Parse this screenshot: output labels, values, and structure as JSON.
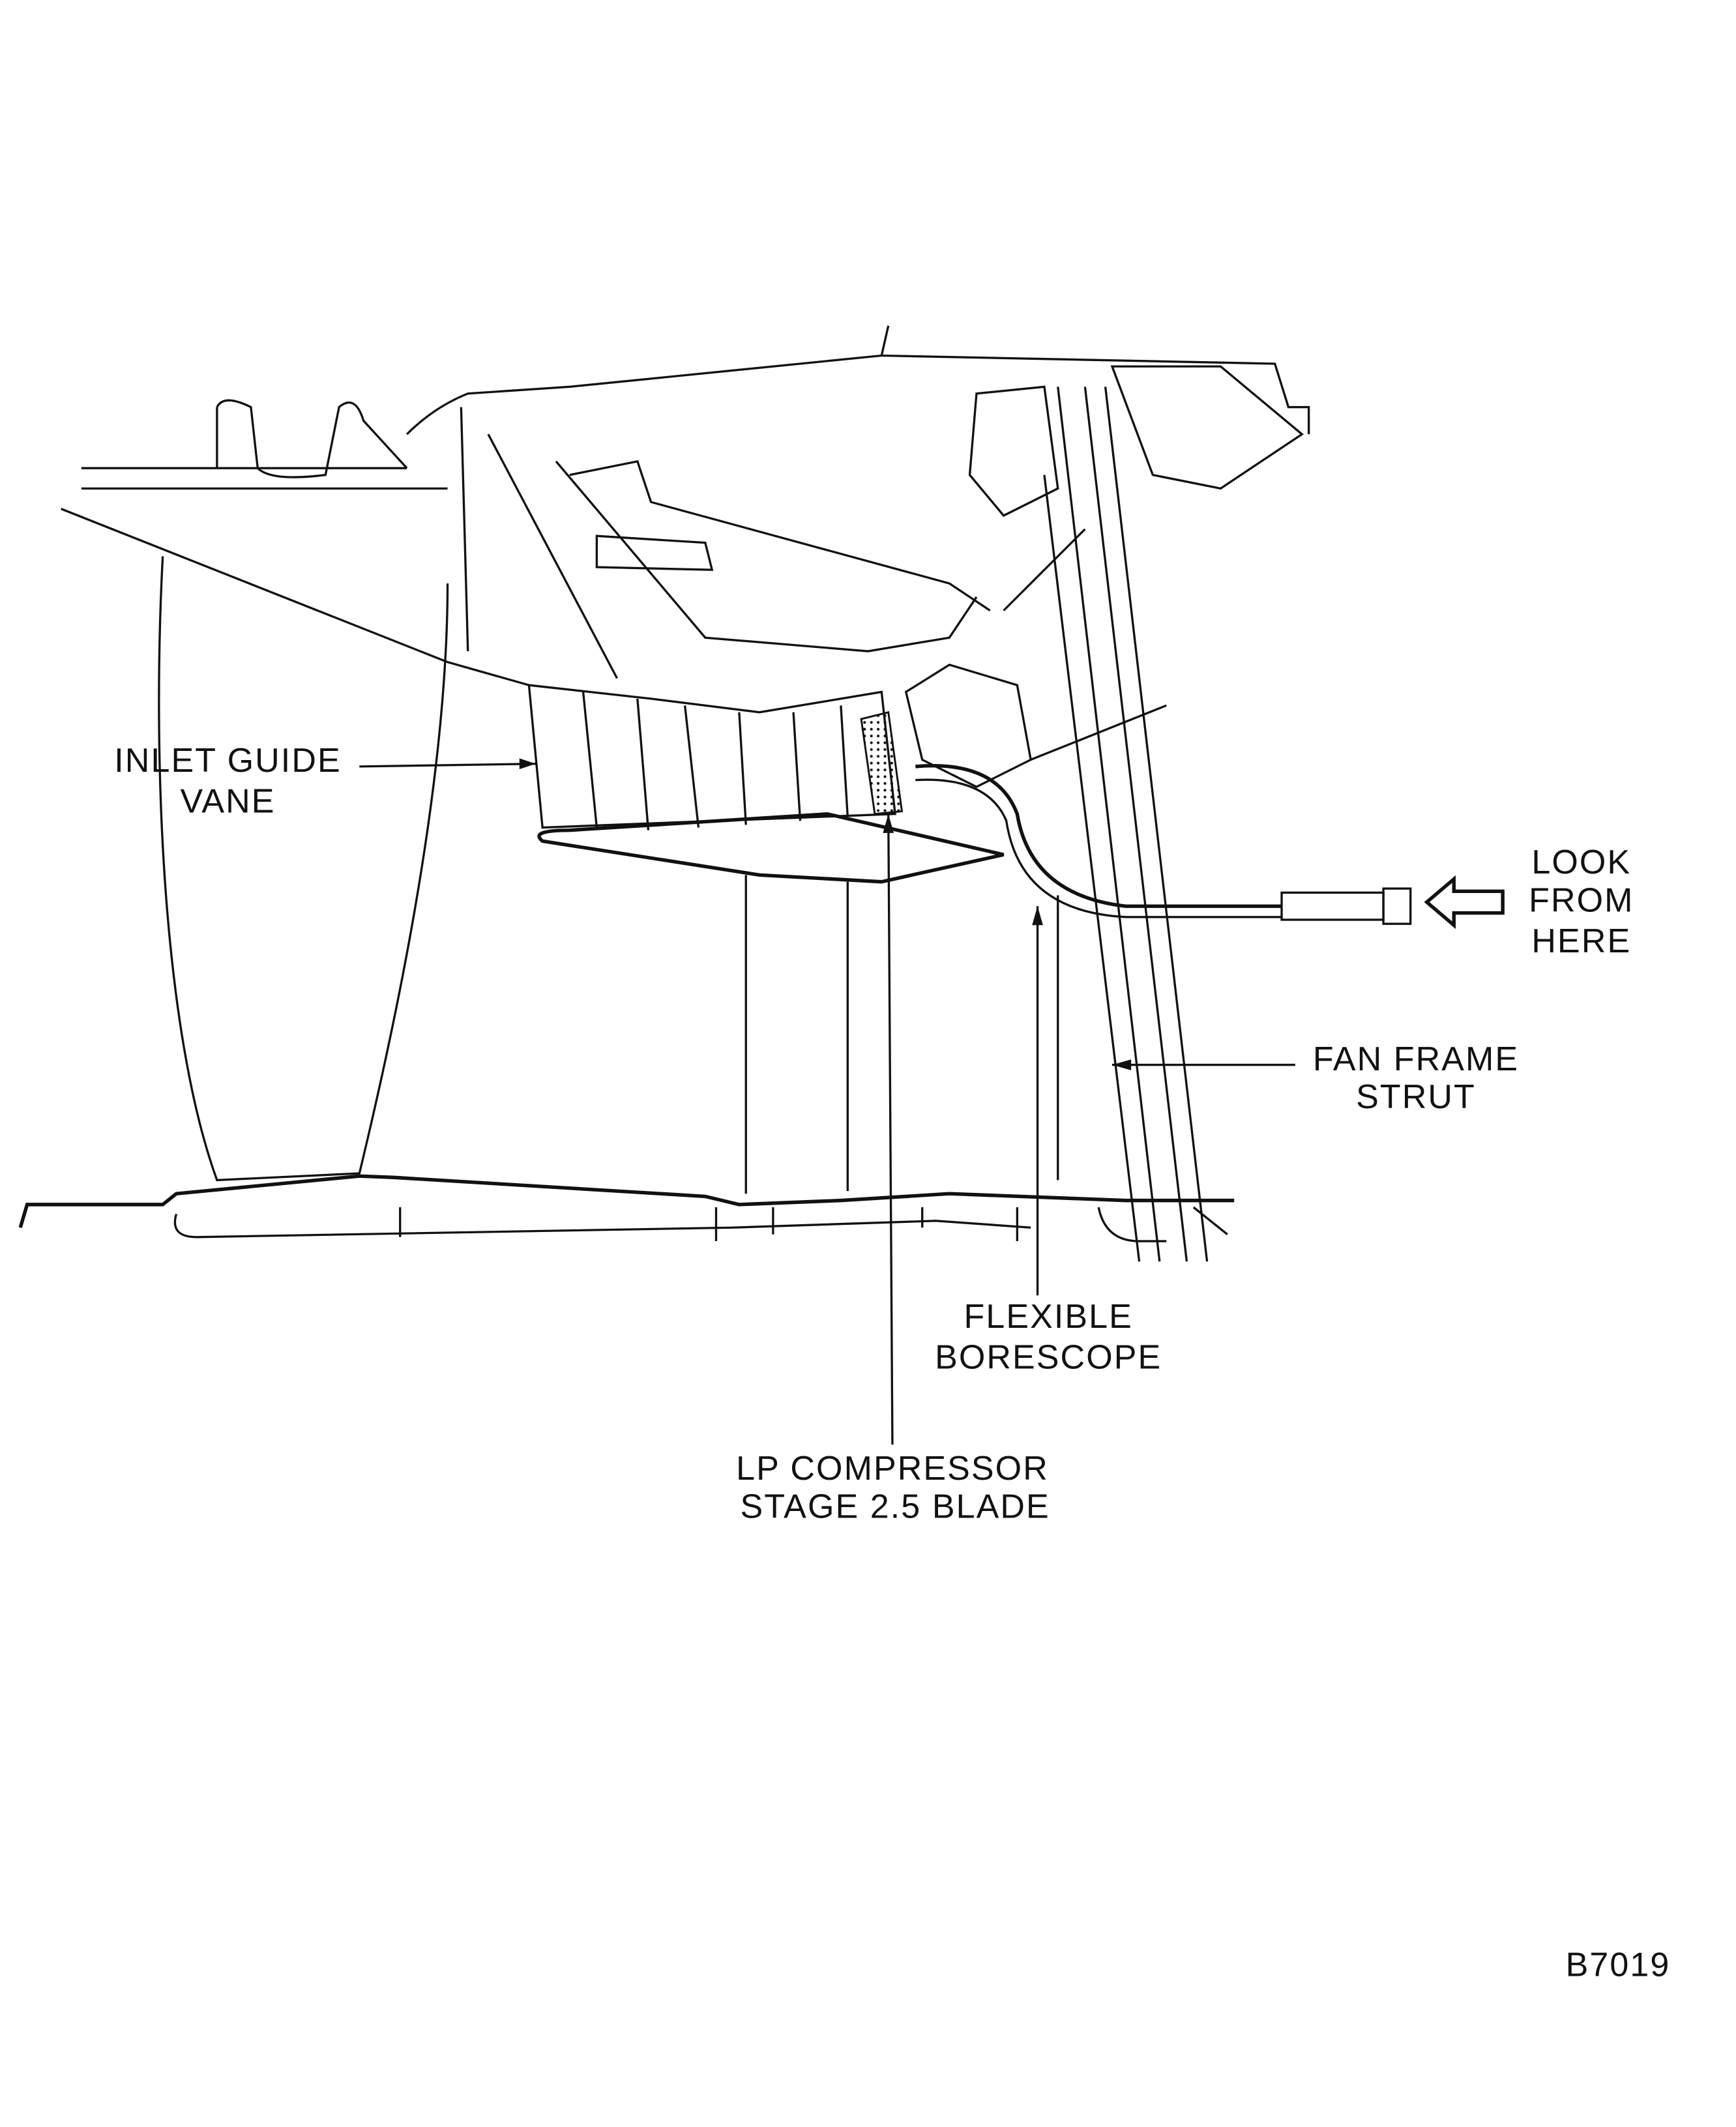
{
  "figure_id": "B7019",
  "labels": {
    "inlet_guide_vane": [
      "INLET GUIDE",
      "VANE"
    ],
    "look_from_here": [
      "LOOK",
      "FROM",
      "HERE"
    ],
    "fan_frame_strut": [
      "FAN FRAME",
      "STRUT"
    ],
    "flexible_borescope": [
      "FLEXIBLE",
      "BORESCOPE"
    ],
    "lp_compressor_blade": [
      "LP COMPRESSOR",
      "STAGE 2.5 BLADE"
    ]
  },
  "colors": {
    "ink": "#111111",
    "paper": "#ffffff"
  }
}
